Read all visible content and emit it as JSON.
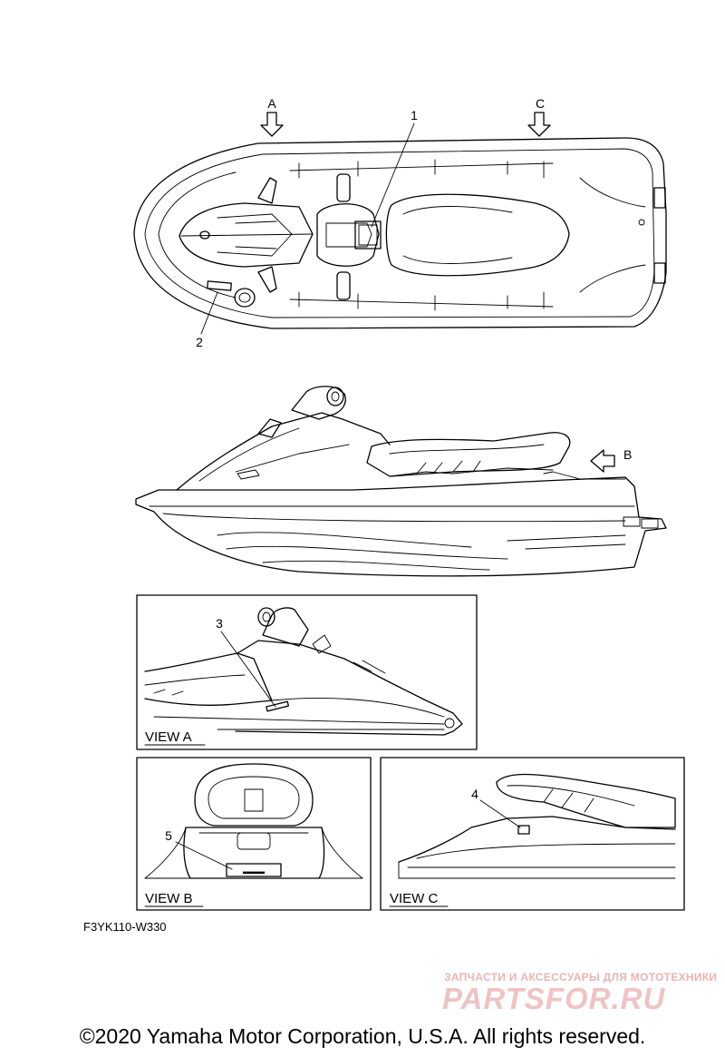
{
  "callouts": {
    "c1": "1",
    "c2": "2",
    "c3": "3",
    "c4": "4",
    "c5": "5"
  },
  "arrows": {
    "a": "A",
    "b": "B",
    "c": "C"
  },
  "views": {
    "view_a": "VIEW A",
    "view_b": "VIEW B",
    "view_c": "VIEW C"
  },
  "figure_code": "F3YK110-W330",
  "watermark": {
    "tagline": "ЗАПЧАСТИ И АКСЕССУАРЫ ДЛЯ МОТОТЕХНИКИ",
    "logo_text": "PARTSFOR.RU",
    "color": "#e9b4b4"
  },
  "copyright": "©2020 Yamaha Motor Corporation, U.S.A. All rights reserved."
}
